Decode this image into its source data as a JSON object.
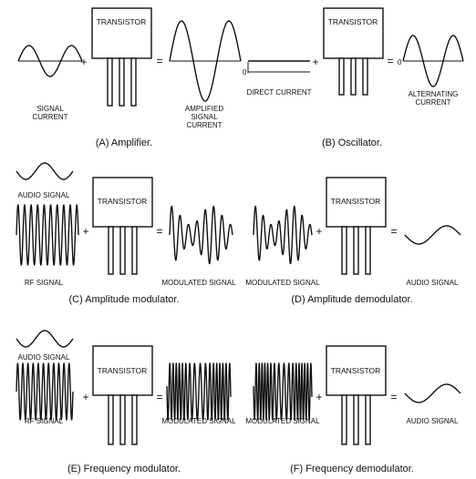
{
  "transistor_label": "TRANSISTOR",
  "plus": "+",
  "equals": "=",
  "zero": "0",
  "panels": {
    "a": {
      "caption": "(A) Amplifier.",
      "input_label": [
        "SIGNAL",
        "CURRENT"
      ],
      "output_label": [
        "AMPLIFIED",
        "SIGNAL",
        "CURRENT"
      ]
    },
    "b": {
      "caption": "(B) Oscillator.",
      "input_label": [
        "DIRECT CURRENT"
      ],
      "output_label": [
        "ALTERNATING",
        "CURRENT"
      ]
    },
    "c": {
      "caption": "(C) Amplitude modulator.",
      "audio_label": "AUDIO SIGNAL",
      "rf_label": "RF SIGNAL",
      "output_label": "MODULATED SIGNAL"
    },
    "d": {
      "caption": "(D) Amplitude demodulator.",
      "input_label": "MODULATED SIGNAL",
      "output_label": "AUDIO SIGNAL"
    },
    "e": {
      "caption": "(E) Frequency modulator.",
      "audio_label": "AUDIO SIGNAL",
      "rf_label": "RF SIGNAL",
      "output_label": "MODULATED SIGNAL"
    },
    "f": {
      "caption": "(F) Frequency demodulator.",
      "input_label": "MODULATED SIGNAL",
      "output_label": "AUDIO SIGNAL"
    }
  }
}
